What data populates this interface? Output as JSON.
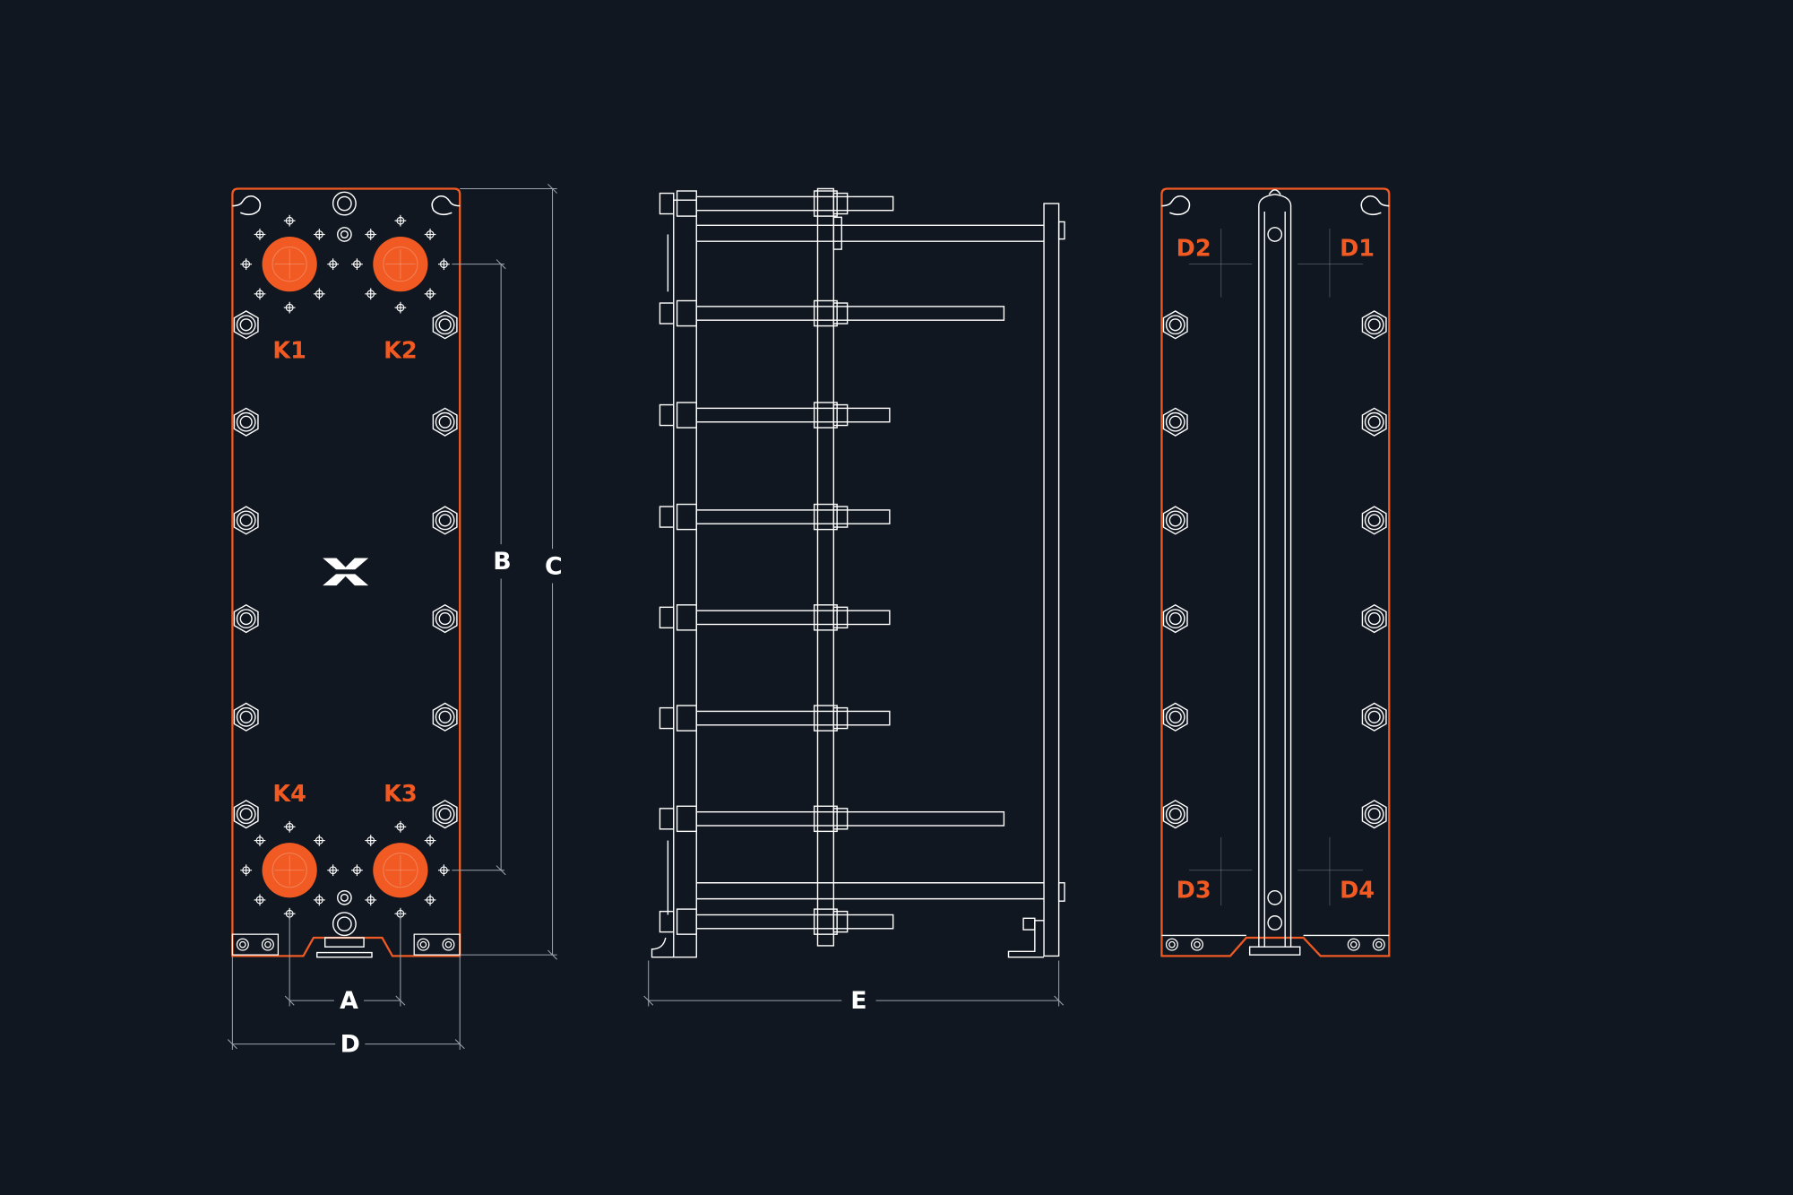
{
  "colors": {
    "background": "#111720",
    "accent": "#F15A22",
    "line": "#FFFFFF",
    "thin": "#9AA3AE"
  },
  "front_view": {
    "ports": [
      "K1",
      "K2",
      "K3",
      "K4"
    ],
    "logo": "brand-logo-icon"
  },
  "rear_view": {
    "ports": [
      "D1",
      "D2",
      "D3",
      "D4"
    ]
  },
  "dimensions": {
    "a": "A",
    "b": "B",
    "c": "C",
    "d": "D",
    "e": "E"
  }
}
